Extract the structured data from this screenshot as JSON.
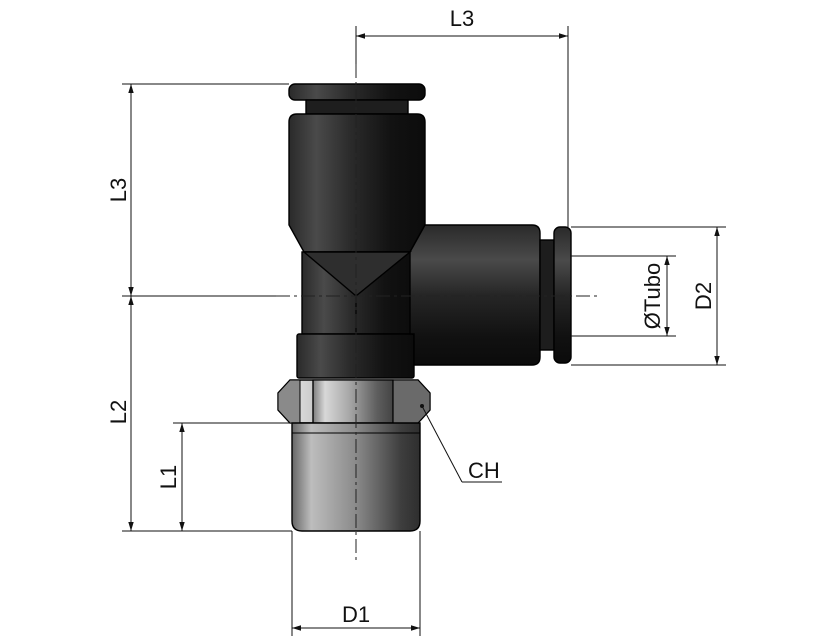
{
  "drawing": {
    "labels": {
      "l3_top": "L3",
      "l3_left": "L3",
      "l2": "L2",
      "l1": "L1",
      "d1": "D1",
      "d2": "D2",
      "tube": "ØTubo",
      "ch": "CH"
    },
    "colors": {
      "body_dark": "#1a1a1a",
      "body_mid": "#3a3a3a",
      "metal_light": "#b5b5b5",
      "line": "#111111"
    }
  }
}
